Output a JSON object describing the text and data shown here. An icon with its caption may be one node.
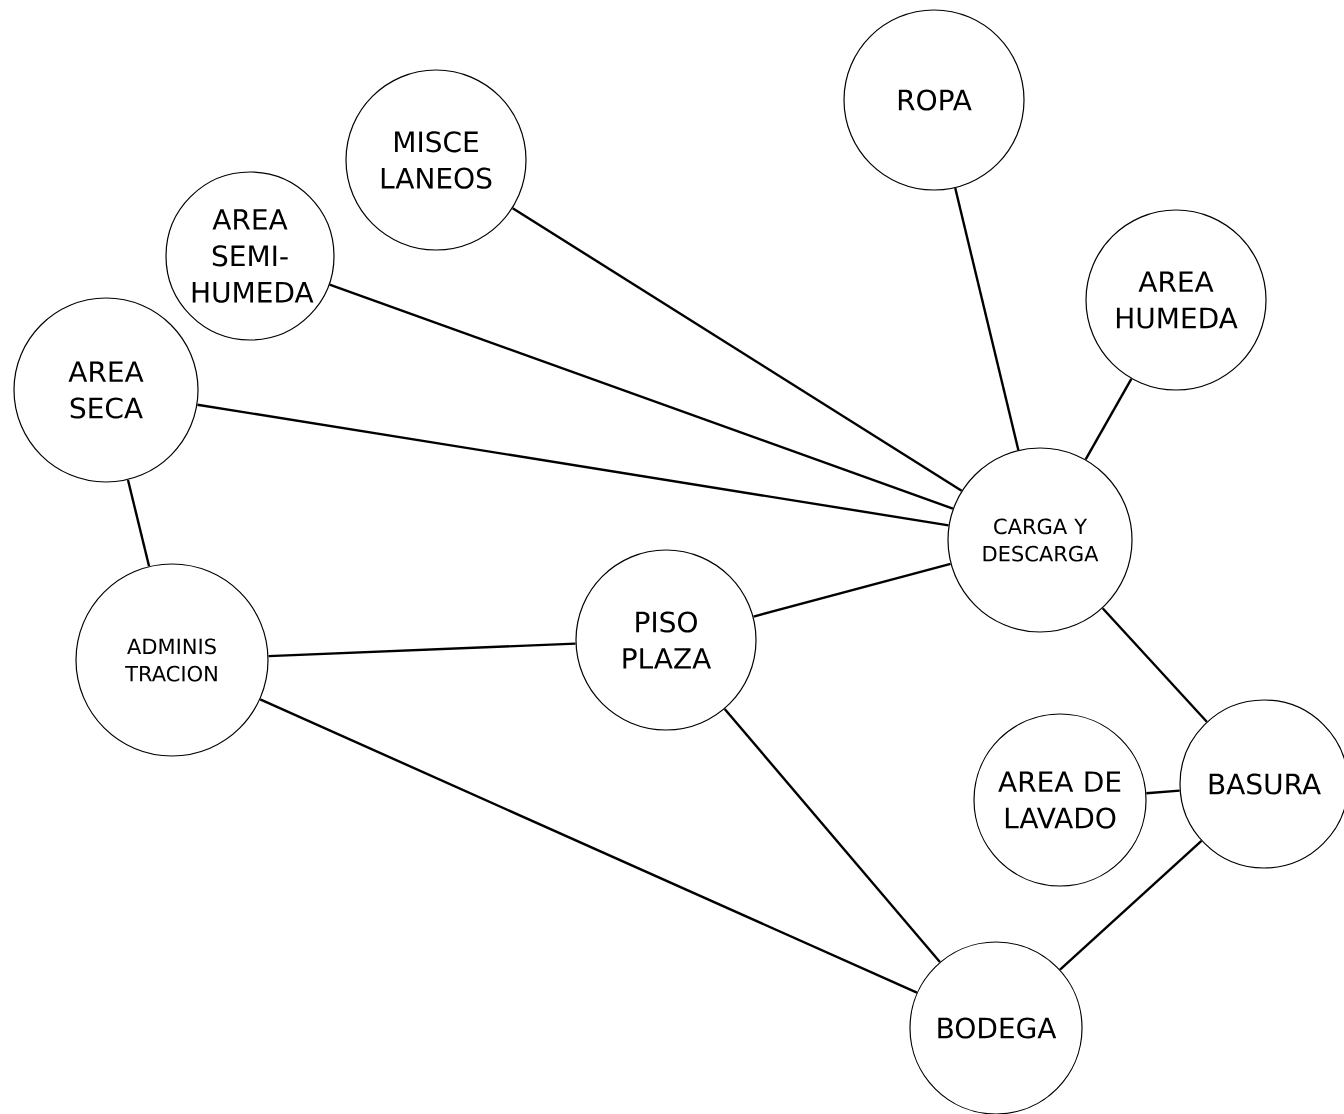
{
  "diagram": {
    "nodes": [
      {
        "text": [
          "MISCE LANEOS"
        ]
      },
      {
        "text": [
          "AREA SEMI- HUMEDA"
        ]
      },
      {
        "text": [
          "AREA SECA"
        ]
      },
      {
        "text": [
          "ROPA"
        ]
      },
      {
        "text": [
          "AREA HUMEDA"
        ]
      },
      {
        "text": [
          "CARGA Y DESCARGA"
        ]
      },
      {
        "text": [
          "ADMINIS TRACION"
        ]
      },
      {
        "text": [
          "PISO PLAZA"
        ]
      },
      {
        "text": [
          "AREA DE LAVADO"
        ]
      },
      {
        "text": [
          "BASURA"
        ]
      },
      {
        "text": [
          "BODEGA"
        ]
      }
    ],
    "edges": [
      {
        "from": 0,
        "to": 5,
        "arrow": "none"
      },
      {
        "from": 1,
        "to": 5,
        "arrow": "none"
      },
      {
        "from": 2,
        "to": 5,
        "arrow": "none"
      },
      {
        "from": 3,
        "to": 5,
        "arrow": "none"
      },
      {
        "from": 4,
        "to": 5,
        "arrow": "none"
      },
      {
        "from": 2,
        "to": 6,
        "arrow": "none"
      },
      {
        "from": 6,
        "to": 7,
        "arrow": "none"
      },
      {
        "from": 7,
        "to": 5,
        "arrow": "none"
      },
      {
        "from": 5,
        "to": 9,
        "arrow": "none"
      },
      {
        "from": 8,
        "to": 9,
        "arrow": "none"
      },
      {
        "from": 9,
        "to": 10,
        "arrow": "none"
      },
      {
        "from": 7,
        "to": 10,
        "arrow": "none"
      },
      {
        "from": 6,
        "to": 10,
        "arrow": "none"
      }
    ]
  }
}
